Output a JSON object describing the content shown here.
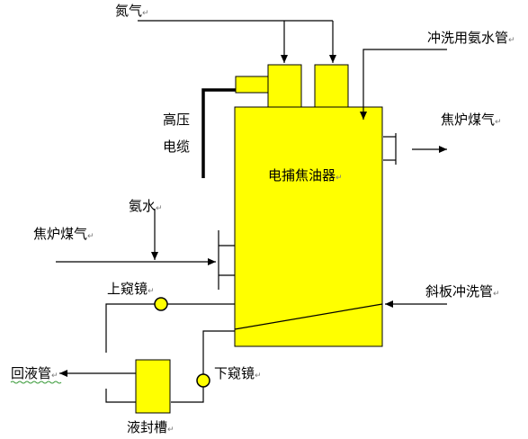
{
  "diagram": {
    "paragraph_mark": "↵",
    "labels": {
      "nitrogen": "氮气",
      "flush_pipe": "冲洗用氨水管",
      "hv_cable_line1": "高压",
      "hv_cable_line2": "电缆",
      "coke_gas_out": "焦炉煤气",
      "precipitator": "电捕焦油器",
      "ammonia_water": "氨水",
      "coke_gas_in": "焦炉煤气",
      "upper_sightglass": "上窥镜",
      "slant_flush": "斜板冲洗管",
      "return_pipe": "回液管",
      "lower_sightglass": "下窥镜",
      "seal_tank": "液封槽"
    },
    "colors": {
      "equipment_fill": "#ffff00",
      "line": "#000000",
      "paragraph_mark": "#7a7a7a",
      "spell_underline": "#3a9a3a"
    }
  }
}
